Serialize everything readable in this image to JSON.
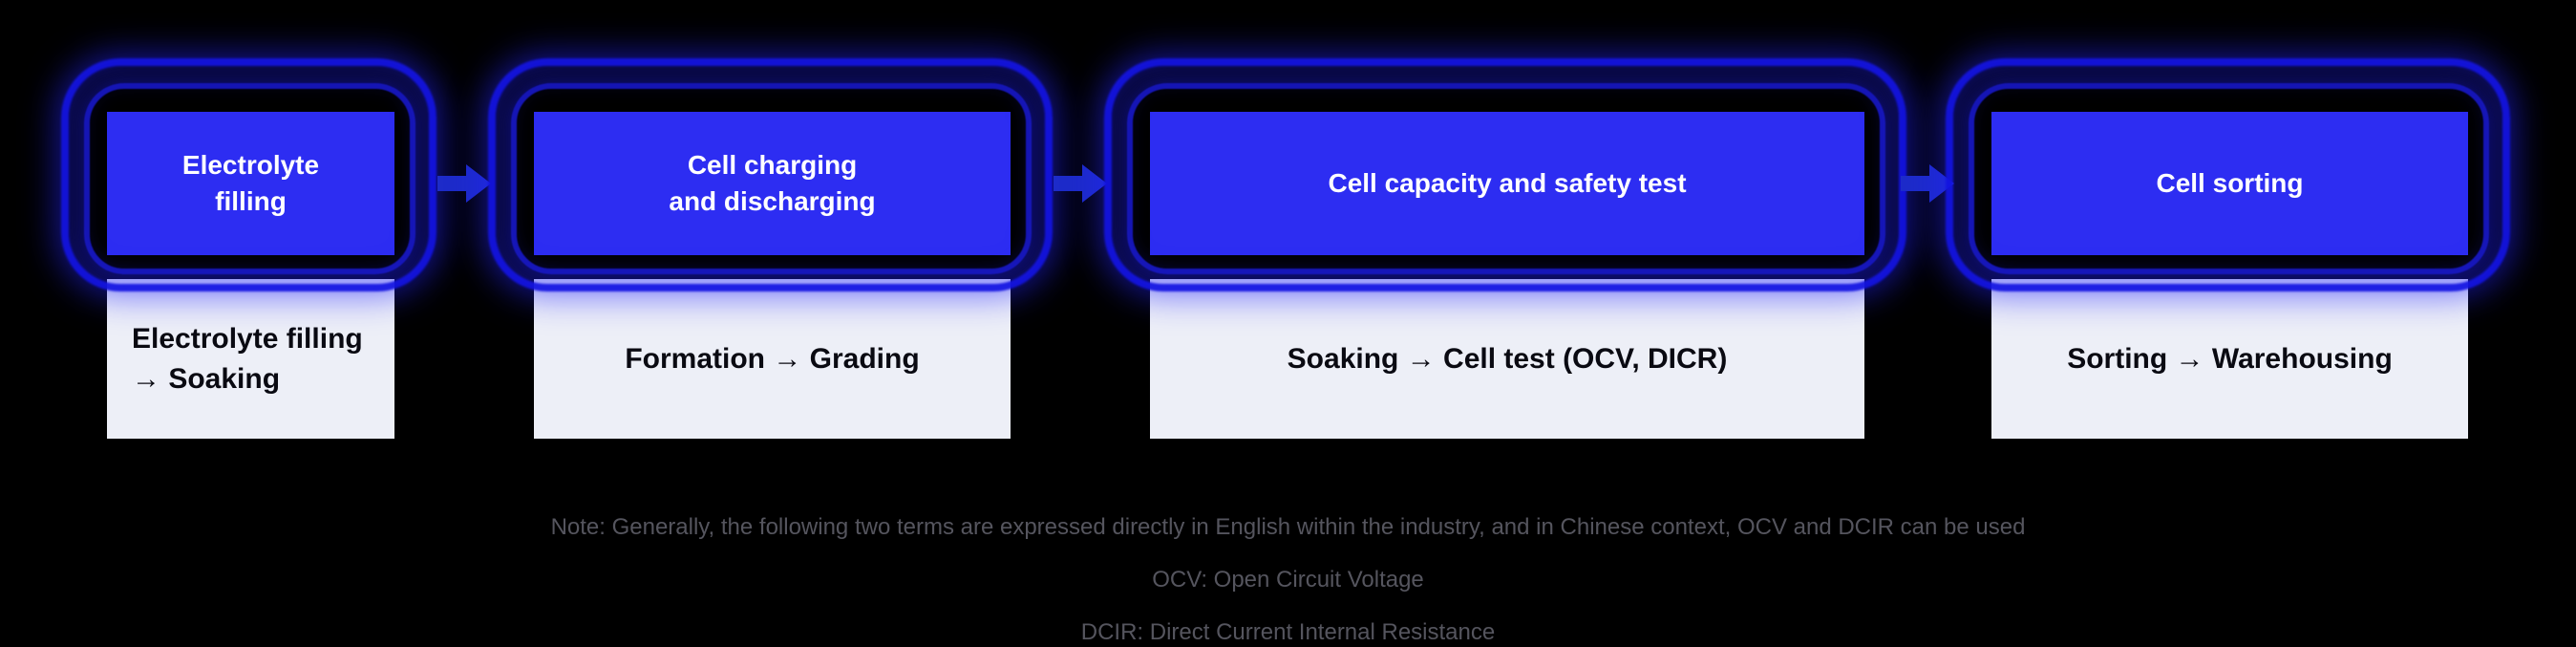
{
  "flow": {
    "stages": [
      {
        "header": "Electrolyte\nfilling",
        "body": "Electrolyte filling\n→ Soaking"
      },
      {
        "header": "Cell charging\nand discharging",
        "body": "Formation → Grading"
      },
      {
        "header": "Cell capacity and safety test",
        "body": "Soaking → Cell test (OCV, DICR)"
      },
      {
        "header": "Cell sorting",
        "body": "Sorting → Warehousing"
      }
    ]
  },
  "notes": {
    "line1": "Note: Generally, the following two terms are expressed directly in English within the industry, and in Chinese context, OCV and DCIR can be used",
    "line2": "OCV: Open Circuit Voltage",
    "line3": "DCIR: Direct Current Internal Resistance"
  },
  "colors": {
    "background": "#000000",
    "header_blue": "#2d2df2",
    "glow_blue": "#1414e1",
    "body_bg": "#edeff7",
    "body_text": "#0a0a12",
    "arrow_blue": "#1d2bc9",
    "note_text": "#55555e"
  }
}
